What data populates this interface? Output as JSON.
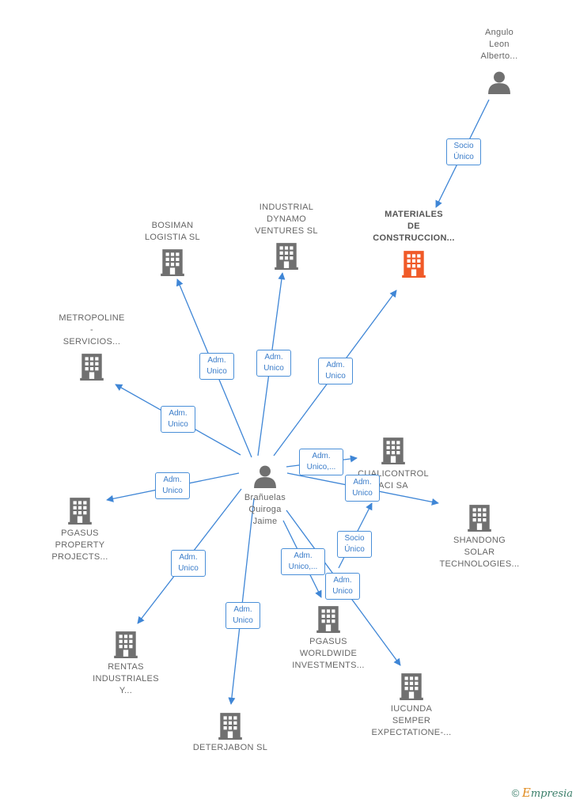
{
  "nodes": [
    {
      "id": "angulo",
      "type": "person",
      "label": "Angulo\nLeon\nAlberto..."
    },
    {
      "id": "materiales",
      "type": "company",
      "highlight": true,
      "label": "MATERIALES\nDE\nCONSTRUCCION..."
    },
    {
      "id": "industrial",
      "type": "company",
      "label": "INDUSTRIAL\nDYNAMO\nVENTURES  SL"
    },
    {
      "id": "bosiman",
      "type": "company",
      "label": "BOSIMAN\nLOGISTIA  SL"
    },
    {
      "id": "metropoline",
      "type": "company",
      "label": "METROPOLINE\n-\nSERVICIOS..."
    },
    {
      "id": "center",
      "type": "person",
      "label": "Brañuelas\nQuiroga\nJaime"
    },
    {
      "id": "cualicontrol",
      "type": "company",
      "label": "CUALICONTROL\nACI SA"
    },
    {
      "id": "shandong",
      "type": "company",
      "label": "SHANDONG\nSOLAR\nTECHNOLOGIES..."
    },
    {
      "id": "pgasus_prop",
      "type": "company",
      "label": "PGASUS\nPROPERTY\nPROJECTS..."
    },
    {
      "id": "rentas",
      "type": "company",
      "label": "RENTAS\nINDUSTRIALES\nY..."
    },
    {
      "id": "deterjabon",
      "type": "company",
      "label": "DETERJABON SL"
    },
    {
      "id": "pgasus_world",
      "type": "company",
      "label": "PGASUS\nWORLDWIDE\nINVESTMENTS..."
    },
    {
      "id": "iucunda",
      "type": "company",
      "label": "IUCUNDA\nSEMPER\nEXPECTATIONE-..."
    }
  ],
  "edges": [
    {
      "from": "angulo",
      "to": "materiales",
      "label": "Socio\nÚnico"
    },
    {
      "from": "center",
      "to": "materiales",
      "label": "Adm.\nUnico"
    },
    {
      "from": "center",
      "to": "industrial",
      "label": "Adm.\nUnico"
    },
    {
      "from": "center",
      "to": "bosiman",
      "label": "Adm.\nUnico"
    },
    {
      "from": "center",
      "to": "metropoline",
      "label": "Adm.\nUnico"
    },
    {
      "from": "center",
      "to": "cualicontrol",
      "label": "Adm.\nUnico,..."
    },
    {
      "from": "center",
      "to": "shandong",
      "label": "Adm.\nUnico"
    },
    {
      "from": "center",
      "to": "pgasus_prop",
      "label": "Adm.\nUnico"
    },
    {
      "from": "center",
      "to": "rentas",
      "label": "Adm.\nUnico"
    },
    {
      "from": "center",
      "to": "deterjabon",
      "label": "Adm.\nUnico"
    },
    {
      "from": "center",
      "to": "pgasus_world",
      "label": "Adm.\nUnico,..."
    },
    {
      "from": "center",
      "to": "iucunda",
      "label": "Adm.\nUnico"
    },
    {
      "from": "iucunda",
      "to": "cualicontrol",
      "label": "Socio\nÚnico"
    }
  ],
  "colors": {
    "edge": "#3f86d6",
    "icon": "#707070",
    "highlight": "#f05a28"
  },
  "brand": {
    "symbol": "©",
    "e": "E",
    "rest": "mpresia"
  }
}
